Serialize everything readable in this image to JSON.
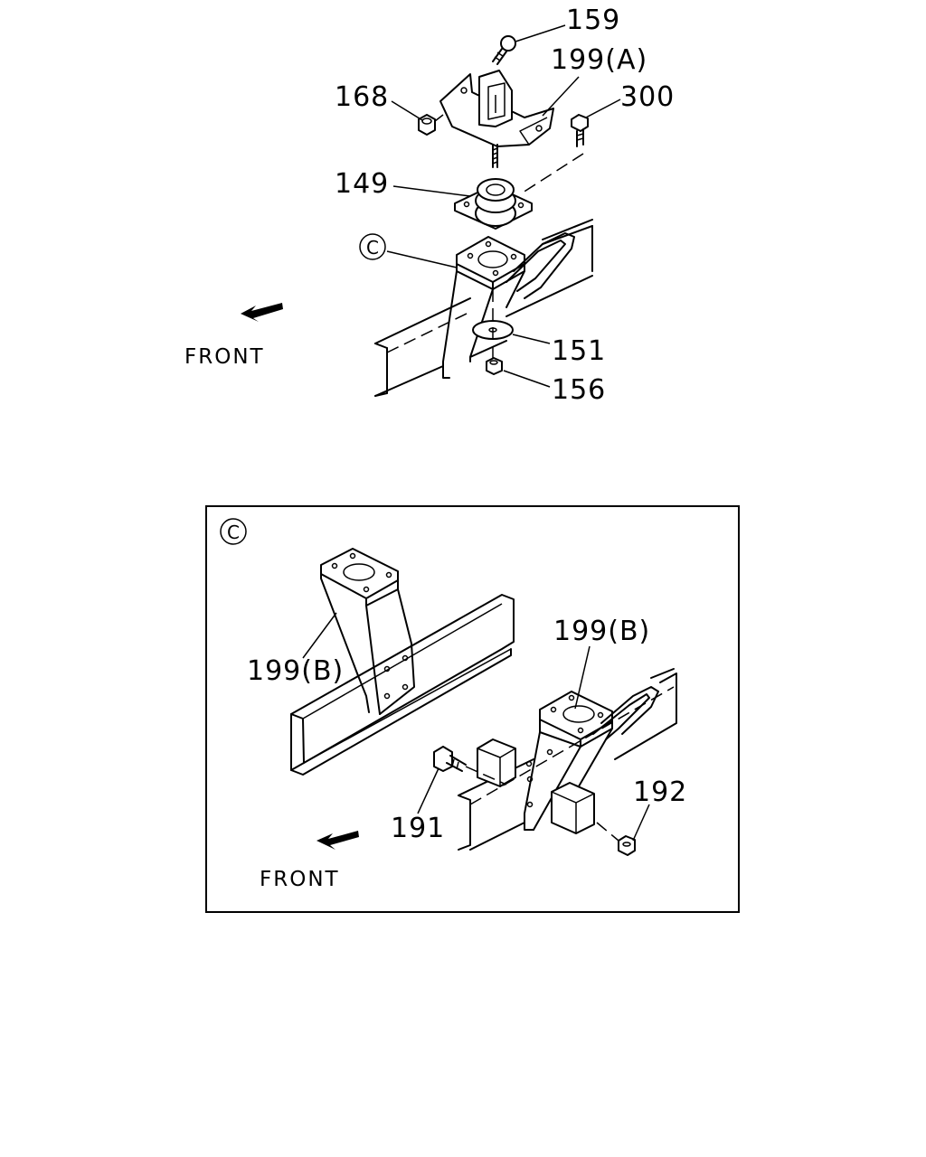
{
  "top_view": {
    "labels": {
      "p159": "159",
      "p199a": "199(A)",
      "p168": "168",
      "p300": "300",
      "p149": "149",
      "pc": "C",
      "p151": "151",
      "p156": "156"
    },
    "front": "FRONT"
  },
  "detail_c": {
    "circle": "C",
    "labels": {
      "p199b_left": "199(B)",
      "p199b_right": "199(B)",
      "p191": "191",
      "p192": "192"
    },
    "front": "FRONT"
  }
}
